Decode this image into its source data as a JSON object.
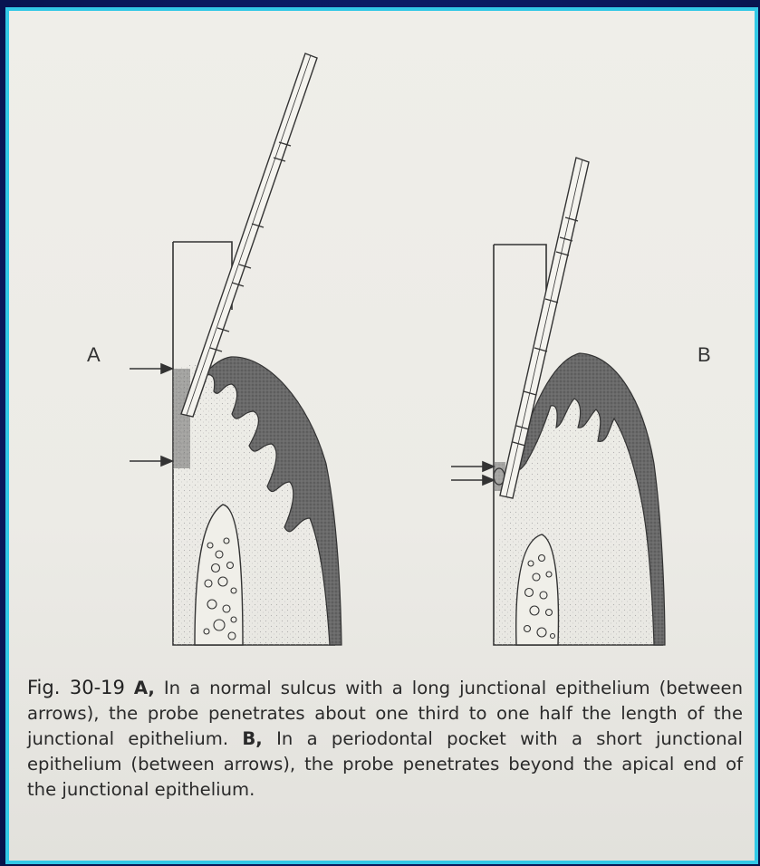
{
  "figure": {
    "panel_a_label": "A",
    "panel_b_label": "B"
  },
  "caption": {
    "fig_number": "Fig. 30-19",
    "a_marker": "A,",
    "a_text": " In a normal sulcus with a long junctional epithelium (between arrows), the probe penetrates about one third to one half the length of the junctional epithelium. ",
    "b_marker": "B,",
    "b_text": " In a periodontal pocket with a short junctional epithelium (between arrows), the probe penetrates beyond the apical end of the junctional epithelium."
  },
  "colors": {
    "slide_background": "#0c1e6e",
    "slide_border": "#32c8e6",
    "page": "#e9e8e3",
    "ink": "#2a2a2a",
    "gingiva_dark": "#5a5a5a"
  }
}
